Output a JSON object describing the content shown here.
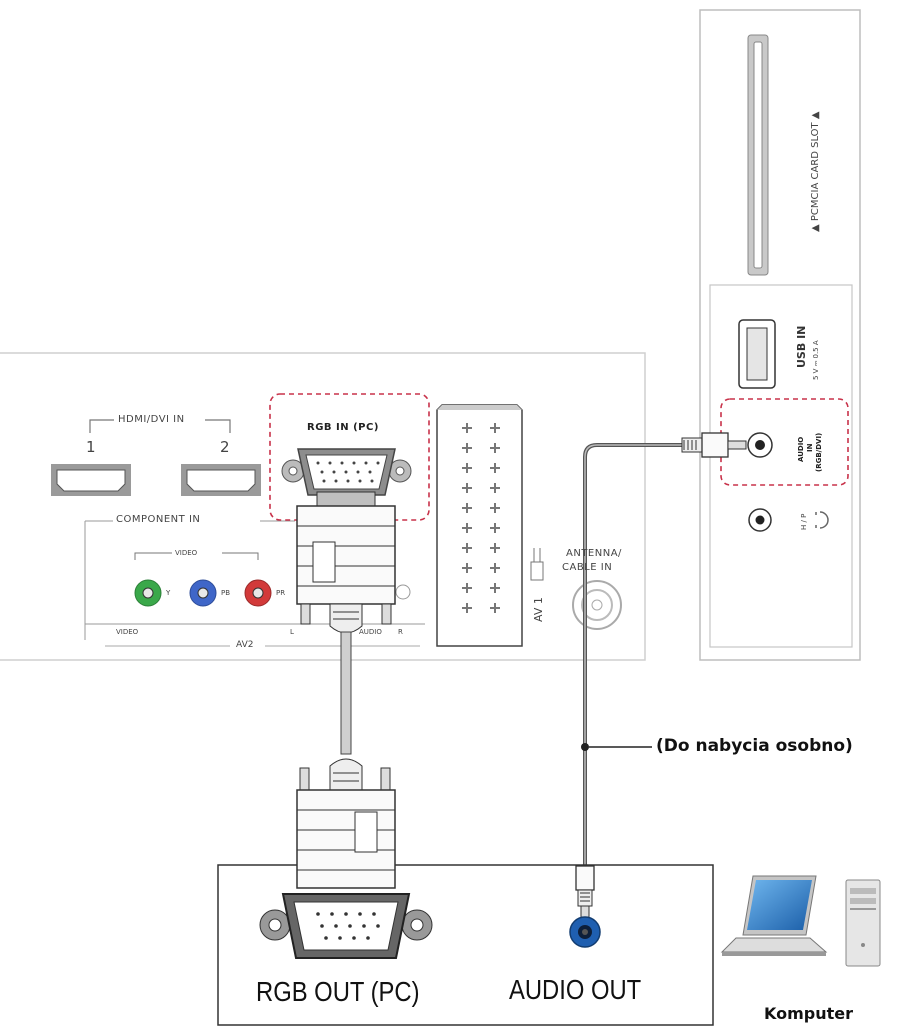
{
  "tv_rear_panel": {
    "hdmi_dvi_in": "HDMI/DVI IN",
    "hdmi_port_1": "1",
    "hdmi_port_2": "2",
    "rgb_in_pc": "RGB IN (PC)",
    "component_in": "COMPONENT IN",
    "video_group": "VIDEO",
    "y": "Y",
    "pb": "PB",
    "pr": "PR",
    "video": "VIDEO",
    "av2": "AV2",
    "audio_l": "L",
    "audio": "AUDIO",
    "audio_r": "R",
    "av1": "AV 1",
    "antenna_cable_in": [
      "ANTENNA/",
      "CABLE IN"
    ]
  },
  "tv_side_panel": {
    "pcmcia_card_slot": "▲ PCMCIA CARD SLOT ▲",
    "usb_in": "USB IN",
    "usb_rating": "5 V ⎓ 0.5 A",
    "audio_in": [
      "AUDIO",
      "IN",
      "(RGB/DVI)"
    ],
    "headphone": "H / P"
  },
  "pc_panel": {
    "rgb_out": "RGB OUT (PC)",
    "audio_out": "AUDIO OUT"
  },
  "cable_note": "(Do nabycia osobno)",
  "computer_caption": "Komputer",
  "colors": {
    "highlight_dash": "#c8324a",
    "component_y": "#3aa84a",
    "component_pb": "#3f66c8",
    "component_pr": "#d23a3a",
    "audio_out_jack": "#1f5fb0",
    "laptop_screen": "#2a7fd0"
  },
  "icons": [
    "vga-connector-icon",
    "hdmi-port-icon",
    "scart-port-icon",
    "antenna-port-icon",
    "usb-port-icon",
    "audio-jack-icon",
    "headphone-icon",
    "laptop-icon",
    "desktop-tower-icon"
  ]
}
